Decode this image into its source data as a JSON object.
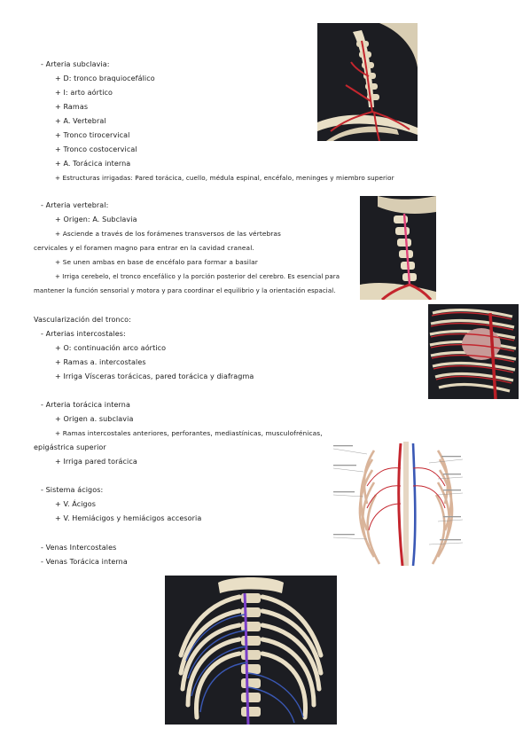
{
  "sections": {
    "subclavia": {
      "heading": "- Arteria subclavia:",
      "items": [
        "+ D: tronco braquiocefálico",
        "+ I: arto aórtico",
        "+ Ramas",
        "+ A. Vertebral",
        "+ Tronco tirocervical",
        "+ Tronco costocervical",
        "+ A. Torácica interna",
        "+ Estructuras irrigadas: Pared torácica, cuello, médula espinal, encéfalo, meninges y miembro superior"
      ]
    },
    "vertebral": {
      "heading": "- Arteria vertebral:",
      "lines": [
        "+ Origen: A. Subclavia",
        "+ Asciende a través de los forámenes transversos de las vértebras",
        "cervicales y el foramen magno para entrar en la cavidad craneal.",
        "+ Se unen ambas en base de encéfalo para formar a basilar",
        "+ Irriga cerebelo, el tronco encefálico y la porción posterior del cerebro. Es esencial para",
        "mantener la función sensorial y motora y para coordinar el equilibrio y la orientación espacial."
      ]
    },
    "tronco": {
      "title": "Vascularización del tronco:",
      "intercostales_heading": "- Arterias intercostales:",
      "intercostales_items": [
        "+ O: continuación arco aórtico",
        "+ Ramas a. intercostales",
        "+ Irriga Vísceras torácicas, pared torácica y diafragma"
      ],
      "toracica_heading": "- Arteria torácica interna",
      "toracica_lines": [
        "+ Origen a. subclavia",
        "+ Ramas intercostales anteriores, perforantes, mediastínicas, musculofrénicas,",
        "epigástrica superior",
        "+ Irriga pared torácica"
      ],
      "acigos_heading": "- Sistema ácigos:",
      "acigos_items": [
        "+ V. Ácigos",
        "+ V. Hemiácigos y hemiácigos accesoria"
      ],
      "venas": [
        "- Venas Intercostales",
        "- Venas Torácica interna"
      ]
    }
  },
  "colors": {
    "text": "#1a1a1a",
    "bone": "#e9dfc6",
    "artery": "#c4262e",
    "vein": "#3a58b5",
    "azygos": "#7a3fc8",
    "render_bg": "#1c1d22"
  },
  "figures": [
    {
      "name": "neck-subclavian-render"
    },
    {
      "name": "vertebral-artery-render"
    },
    {
      "name": "intercostal-arteries-render"
    },
    {
      "name": "thorax-labeled-illustration"
    },
    {
      "name": "azygos-system-render"
    }
  ]
}
